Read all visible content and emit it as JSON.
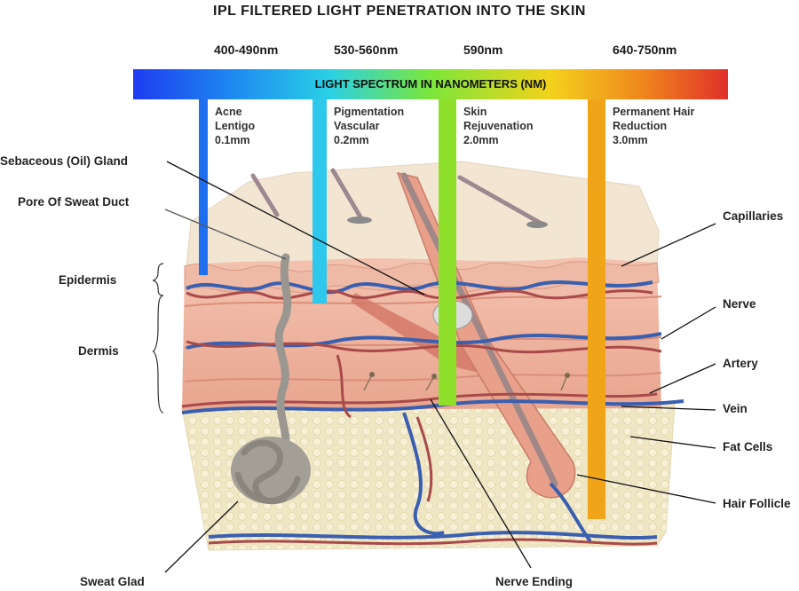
{
  "title": "IPL FILTERED LIGHT PENETRATION INTO THE SKIN",
  "spectrum_label": "LIGHT SPECTRUM IN NANOMETERS (NM)",
  "wavelengths": [
    "400-490nm",
    "530-560nm",
    "590nm",
    "640-750nm"
  ],
  "bars": [
    {
      "lines": [
        "Acne",
        "Lentigo",
        "0.1mm"
      ],
      "color": "#1e6ff0"
    },
    {
      "lines": [
        "Pigmentation",
        "Vascular",
        "0.2mm"
      ],
      "color": "#2ec8ec"
    },
    {
      "lines": [
        "Skin",
        "Rejuvenation",
        "2.0mm"
      ],
      "color": "#8ee02a"
    },
    {
      "lines": [
        "Permanent Hair",
        "Reduction",
        "3.0mm"
      ],
      "color": "#f0a418"
    }
  ],
  "left_labels": {
    "sebaceous": "Sebaceous (Oil) Gland",
    "pore": "Pore Of Sweat Duct",
    "epidermis": "Epidermis",
    "dermis": "Dermis",
    "sweat_gland": "Sweat Glad"
  },
  "right_labels": {
    "capillaries": "Capillaries",
    "nerve": "Nerve",
    "artery": "Artery",
    "vein": "Vein",
    "fat_cells": "Fat Cells",
    "hair_follicle": "Hair Follicle"
  },
  "bottom_labels": {
    "nerve_ending": "Nerve Ending"
  }
}
